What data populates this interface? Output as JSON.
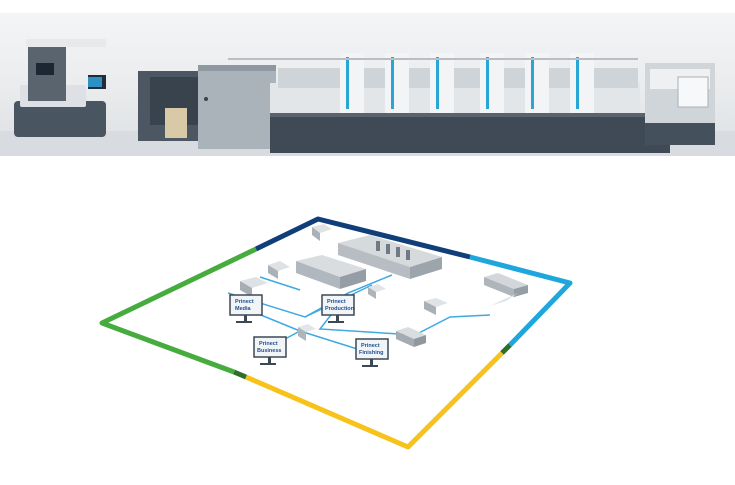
{
  "press_banner": {
    "colors": {
      "sky_top": "#f4f5f6",
      "press_body": "#3f4a56",
      "press_panel": "#c7ccd1",
      "accent_cyan": "#29a6d6"
    }
  },
  "workflow_diagram": {
    "monitors": [
      {
        "line1": "Prinect",
        "line2": "Media"
      },
      {
        "line1": "Prinect",
        "line2": "Production"
      },
      {
        "line1": "Prinect",
        "line2": "Business"
      },
      {
        "line1": "Prinect",
        "line2": "Finishing"
      }
    ],
    "frame_colors": {
      "blue_dark": "#0f3e78",
      "blue_light": "#1ea7dd",
      "green": "#46ac3d",
      "yellow": "#f7c21a",
      "dark_green": "#2c6e2a"
    },
    "network_color": "#3fa9e0"
  }
}
